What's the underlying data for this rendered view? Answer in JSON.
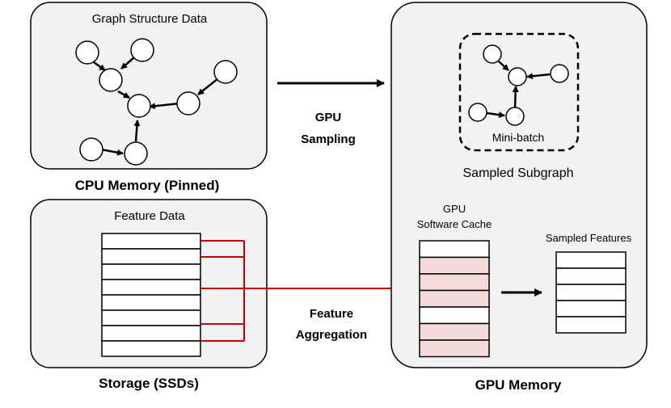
{
  "panels": {
    "graph_structure": {
      "title": "Graph Structure Data",
      "caption": "CPU Memory (Pinned)"
    },
    "feature": {
      "title": "Feature Data",
      "caption": "Storage (SSDs)"
    },
    "gpu": {
      "caption": "GPU Memory",
      "minibatch_label": "Mini-batch",
      "subgraph_label": "Sampled Subgraph",
      "cache_title_1": "GPU",
      "cache_title_2": "Software Cache",
      "sampled_features_label": "Sampled Features"
    }
  },
  "arrows": {
    "sampling_1": "GPU",
    "sampling_2": "Sampling",
    "aggregation_1": "Feature",
    "aggregation_2": "Aggregation"
  },
  "colors": {
    "panel_fill": "#f2f2f2",
    "cache_highlight": "#f4dadb",
    "accent_red": "#c00000"
  },
  "cache_rows": [
    {
      "highlighted": false
    },
    {
      "highlighted": true
    },
    {
      "highlighted": true
    },
    {
      "highlighted": true
    },
    {
      "highlighted": false
    },
    {
      "highlighted": true
    },
    {
      "highlighted": true
    }
  ]
}
